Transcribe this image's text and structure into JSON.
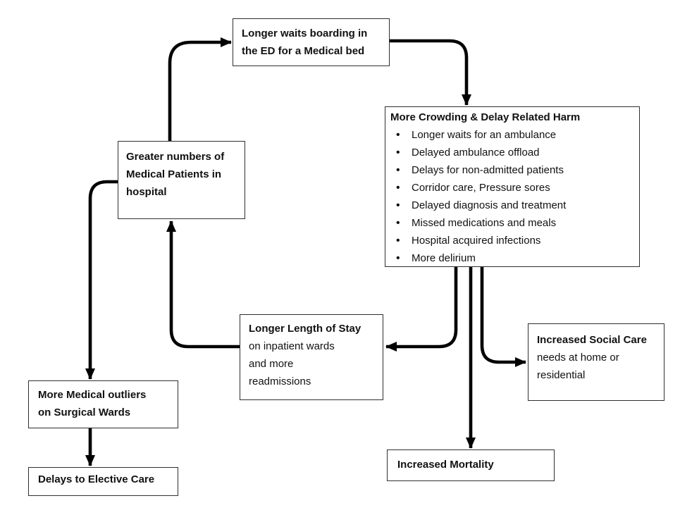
{
  "diagram": {
    "boxes": {
      "ed_boarding": {
        "lines": [
          "Longer waits boarding in",
          "the ED for a Medical bed"
        ]
      },
      "crowding": {
        "title": "More Crowding & Delay Related Harm",
        "bullet_glyph": "•",
        "bullets": [
          "Longer waits for an ambulance",
          "Delayed ambulance offload",
          "Delays for non-admitted patients",
          "Corridor care, Pressure sores",
          "Delayed diagnosis and treatment",
          "Missed medications and meals",
          "Hospital acquired infections",
          "More delirium"
        ]
      },
      "greater_numbers": {
        "lines": [
          "Greater numbers of",
          "Medical Patients in",
          "hospital"
        ]
      },
      "length_of_stay": {
        "title": "Longer Length of Stay",
        "lines": [
          "on inpatient wards",
          "and more",
          "readmissions"
        ]
      },
      "social_care": {
        "title": "Increased Social Care",
        "lines": [
          "needs at home or",
          "residential"
        ]
      },
      "mortality": {
        "label": "Increased Mortality"
      },
      "outliers": {
        "lines": [
          "More Medical outliers",
          "on Surgical Wards"
        ]
      },
      "elective": {
        "label": "Delays to Elective Care"
      }
    },
    "edges": [
      {
        "from": "greater_numbers",
        "to": "ed_boarding"
      },
      {
        "from": "ed_boarding",
        "to": "crowding"
      },
      {
        "from": "crowding",
        "to": "length_of_stay"
      },
      {
        "from": "crowding",
        "to": "mortality"
      },
      {
        "from": "crowding",
        "to": "social_care"
      },
      {
        "from": "length_of_stay",
        "to": "greater_numbers"
      },
      {
        "from": "greater_numbers",
        "to": "outliers"
      },
      {
        "from": "outliers",
        "to": "elective"
      }
    ],
    "colors": {
      "background": "#ffffff",
      "box_border": "#2f2f2f",
      "arrow": "#000000",
      "text": "#111111"
    }
  }
}
